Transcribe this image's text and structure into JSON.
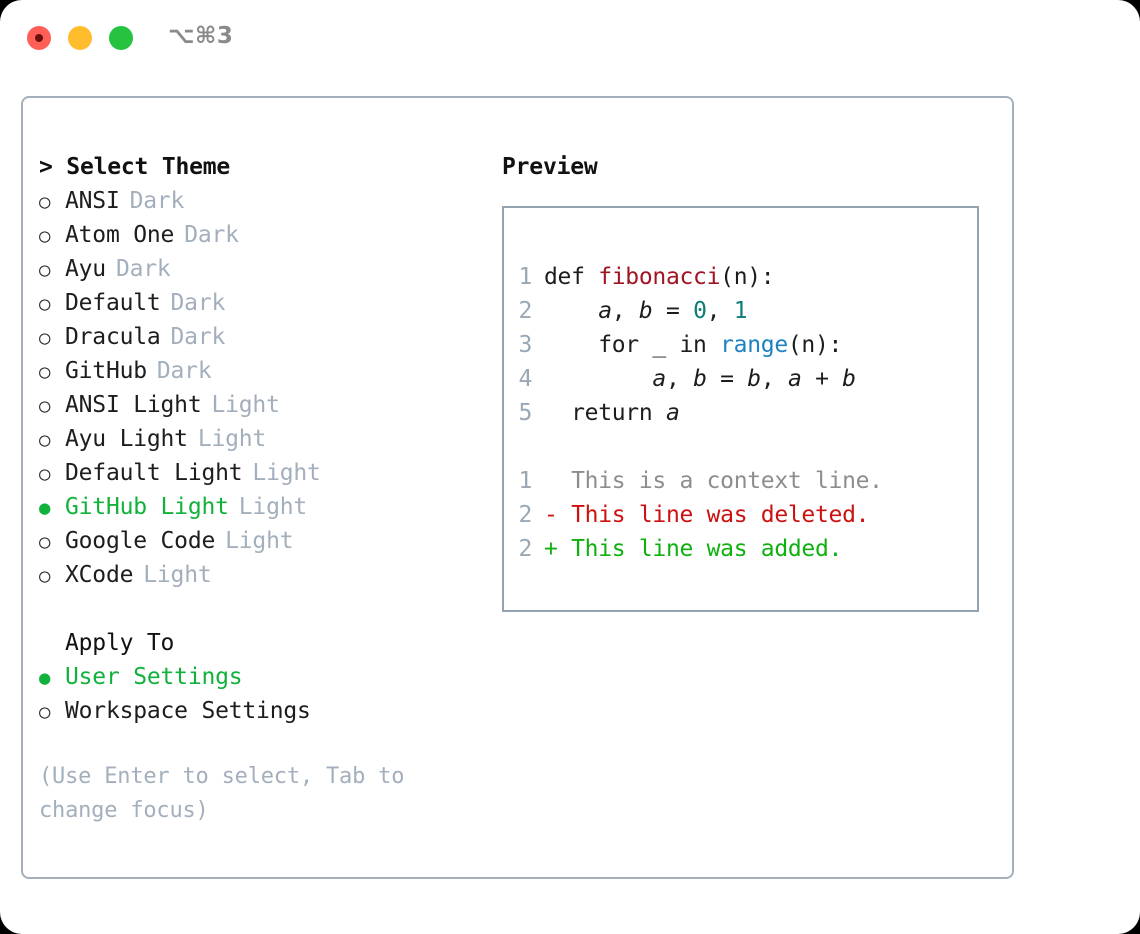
{
  "window": {
    "title": "⌥⌘3",
    "traffic_lights": [
      "close-red",
      "minimize-yellow",
      "maximize-green"
    ]
  },
  "colors": {
    "selected_green": "#11b23c",
    "muted_gray": "#a3afbc",
    "border": "#a5b0bd",
    "preview_border": "#94a2b1",
    "diff_add": "#10b010",
    "diff_del": "#cc1111",
    "token_function": "#a11422",
    "token_number": "#0d7d78",
    "token_builtin": "#1c82c4"
  },
  "theme_list": {
    "heading": "> Select Theme",
    "items": [
      {
        "marker": "○",
        "label": "ANSI",
        "tag": "Dark",
        "selected": false
      },
      {
        "marker": "○",
        "label": "Atom One",
        "tag": "Dark",
        "selected": false
      },
      {
        "marker": "○",
        "label": "Ayu",
        "tag": "Dark",
        "selected": false
      },
      {
        "marker": "○",
        "label": "Default",
        "tag": "Dark",
        "selected": false
      },
      {
        "marker": "○",
        "label": "Dracula",
        "tag": "Dark",
        "selected": false
      },
      {
        "marker": "○",
        "label": "GitHub",
        "tag": "Dark",
        "selected": false
      },
      {
        "marker": "○",
        "label": "ANSI Light",
        "tag": "Light",
        "selected": false
      },
      {
        "marker": "○",
        "label": "Ayu Light",
        "tag": "Light",
        "selected": false
      },
      {
        "marker": "○",
        "label": "Default Light",
        "tag": "Light",
        "selected": false
      },
      {
        "marker": "●",
        "label": "GitHub Light",
        "tag": "Light",
        "selected": true
      },
      {
        "marker": "○",
        "label": "Google Code",
        "tag": "Light",
        "selected": false
      },
      {
        "marker": "○",
        "label": "XCode",
        "tag": "Light",
        "selected": false
      }
    ]
  },
  "apply_to": {
    "heading": "Apply To",
    "items": [
      {
        "marker": "●",
        "label": "User Settings",
        "selected": true
      },
      {
        "marker": "○",
        "label": "Workspace Settings",
        "selected": false
      }
    ]
  },
  "hint": "(Use Enter to select, Tab to change focus)",
  "preview": {
    "heading": "Preview",
    "code_lines": [
      {
        "num": "1",
        "tokens": [
          {
            "t": "def ",
            "k": "kw"
          },
          {
            "t": "fibonacci",
            "k": "fn"
          },
          {
            "t": "(n):",
            "k": "punct"
          }
        ]
      },
      {
        "num": "2",
        "tokens": [
          {
            "t": "    ",
            "k": "punct"
          },
          {
            "t": "a",
            "k": "var"
          },
          {
            "t": ", ",
            "k": "punct"
          },
          {
            "t": "b",
            "k": "var"
          },
          {
            "t": " = ",
            "k": "punct"
          },
          {
            "t": "0",
            "k": "num"
          },
          {
            "t": ", ",
            "k": "punct"
          },
          {
            "t": "1",
            "k": "num"
          }
        ]
      },
      {
        "num": "3",
        "tokens": [
          {
            "t": "    for _ in ",
            "k": "kw"
          },
          {
            "t": "range",
            "k": "builtin"
          },
          {
            "t": "(n):",
            "k": "punct"
          }
        ]
      },
      {
        "num": "4",
        "tokens": [
          {
            "t": "        ",
            "k": "punct"
          },
          {
            "t": "a",
            "k": "var"
          },
          {
            "t": ", ",
            "k": "punct"
          },
          {
            "t": "b",
            "k": "var"
          },
          {
            "t": " = ",
            "k": "punct"
          },
          {
            "t": "b",
            "k": "var"
          },
          {
            "t": ", ",
            "k": "punct"
          },
          {
            "t": "a",
            "k": "var"
          },
          {
            "t": " + ",
            "k": "punct"
          },
          {
            "t": "b",
            "k": "var"
          }
        ]
      },
      {
        "num": "5",
        "tokens": [
          {
            "t": "  return ",
            "k": "kw"
          },
          {
            "t": "a",
            "k": "var"
          }
        ]
      }
    ],
    "diff_lines": [
      {
        "num": "1",
        "sign": " ",
        "text": "This is a context line.",
        "kind": "context"
      },
      {
        "num": "2",
        "sign": "-",
        "text": "This line was deleted.",
        "kind": "deleted"
      },
      {
        "num": "2",
        "sign": "+",
        "text": "This line was added.",
        "kind": "added"
      }
    ]
  }
}
